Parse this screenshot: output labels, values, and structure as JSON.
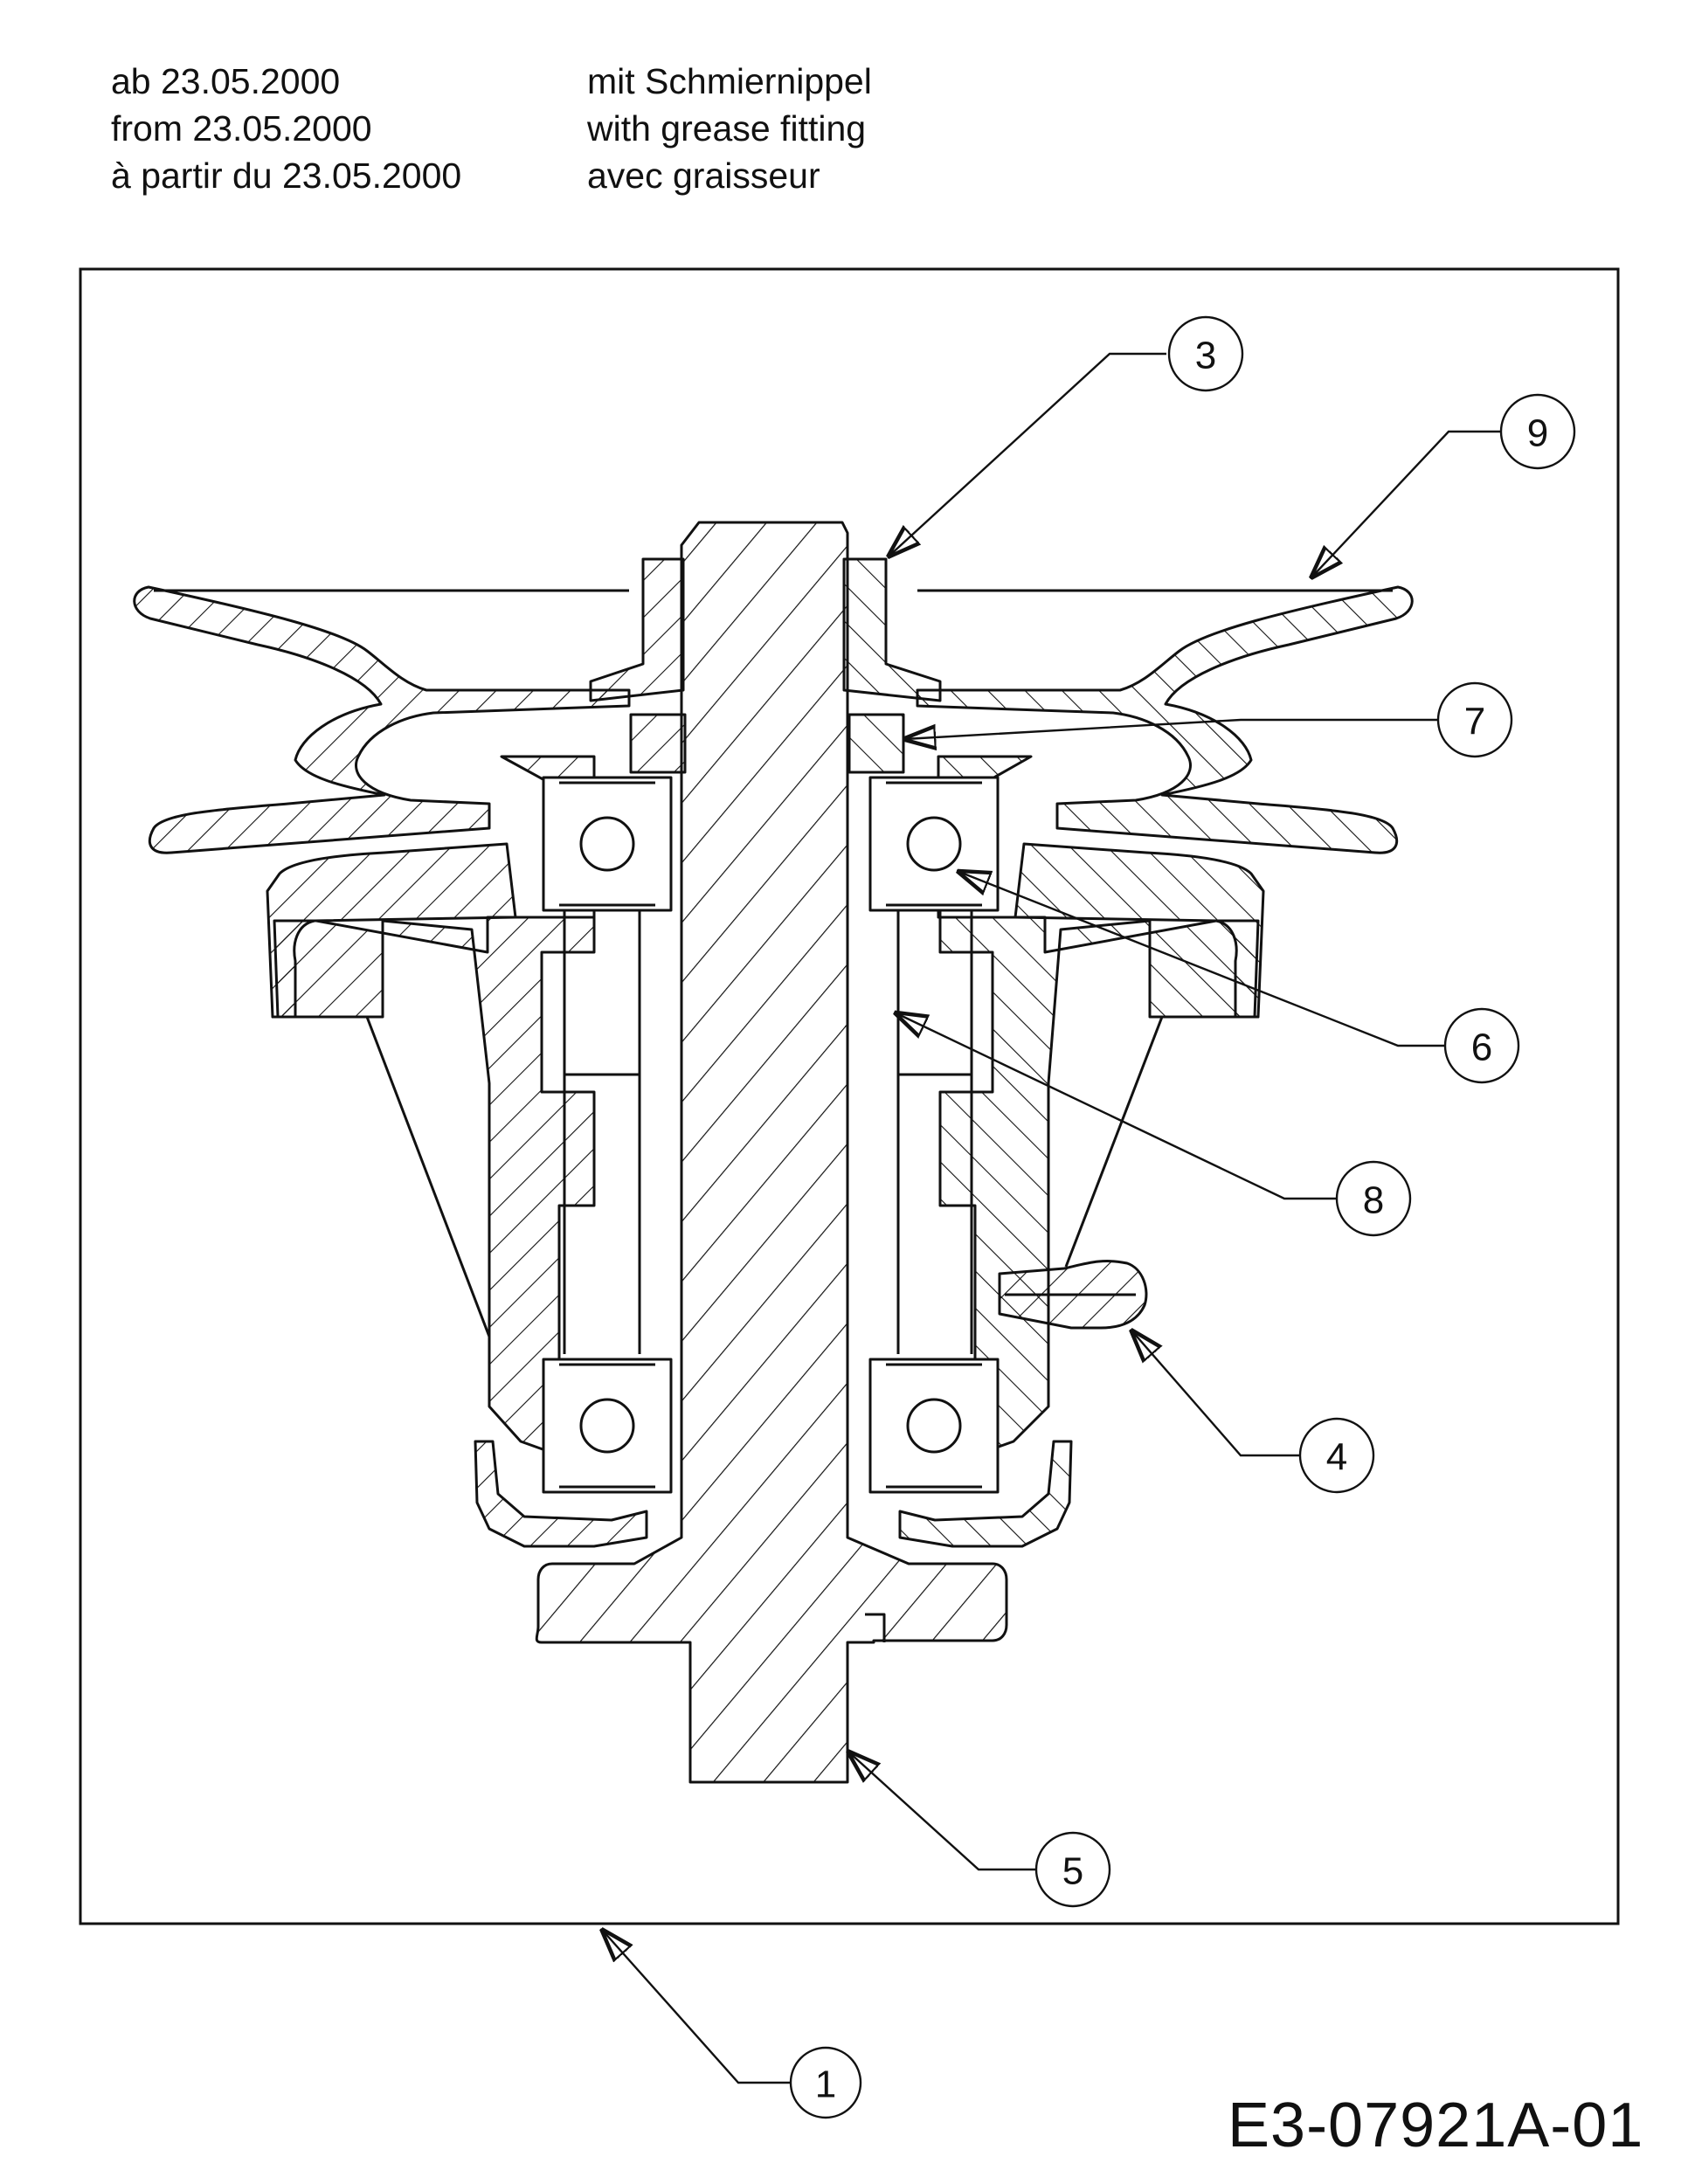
{
  "notes": {
    "date_lines": [
      "ab 23.05.2000",
      "from 23.05.2000",
      "à partir du 23.05.2000"
    ],
    "fitting_lines": [
      "mit Schmiernippel",
      "with grease fitting",
      "avec graisseur"
    ]
  },
  "callouts": [
    {
      "id": "1",
      "label": "1"
    },
    {
      "id": "3",
      "label": "3"
    },
    {
      "id": "4",
      "label": "4"
    },
    {
      "id": "5",
      "label": "5"
    },
    {
      "id": "6",
      "label": "6"
    },
    {
      "id": "7",
      "label": "7"
    },
    {
      "id": "8",
      "label": "8"
    },
    {
      "id": "9",
      "label": "9"
    }
  ],
  "drawing_code": "E3-07921A-01",
  "colors": {
    "line": "#111111",
    "background": "#ffffff"
  }
}
